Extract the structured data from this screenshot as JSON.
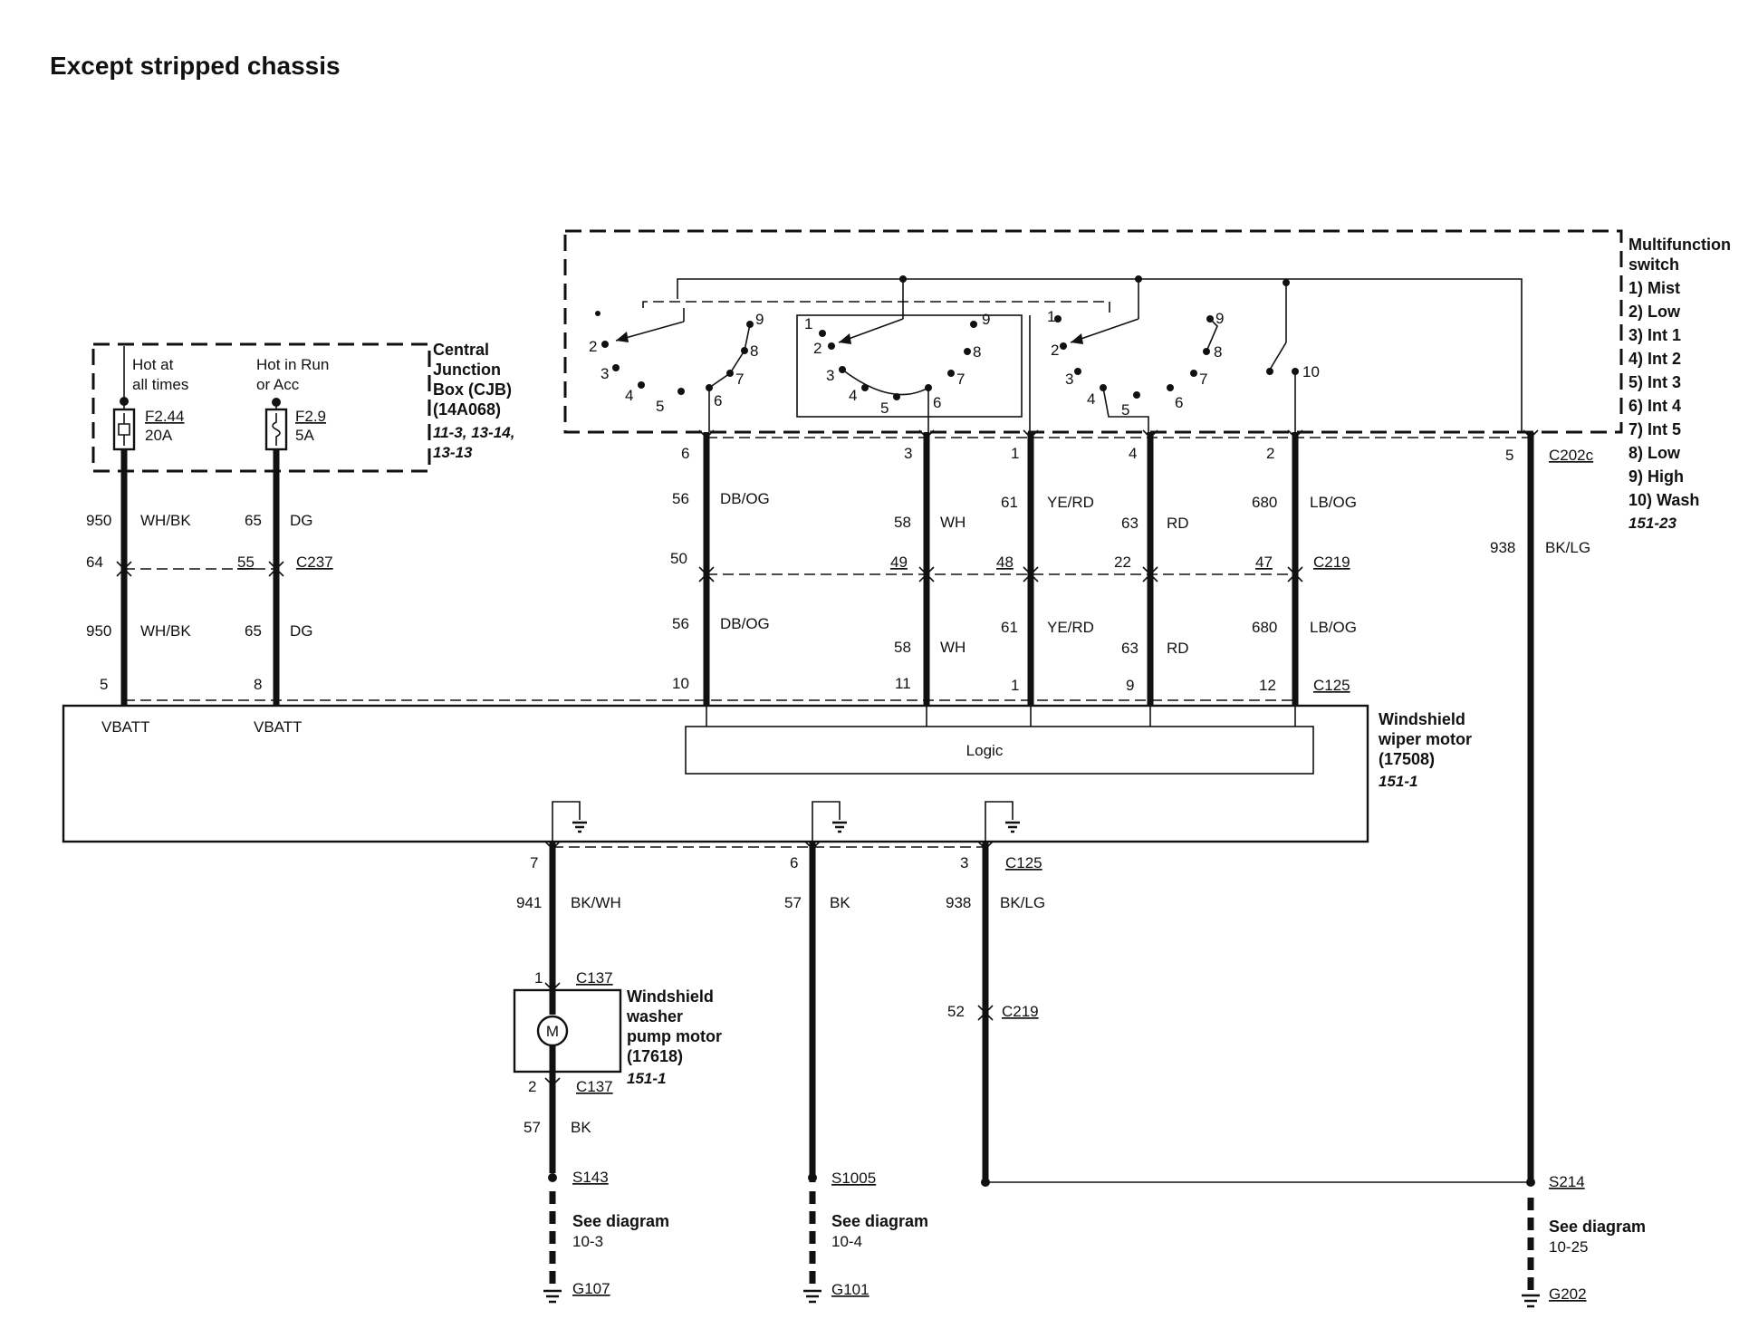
{
  "title": "Except stripped chassis",
  "cjb": {
    "name_lines": [
      "Central",
      "Junction",
      "Box (CJB)",
      "(14A068)"
    ],
    "refs": [
      "11-3, 13-14,",
      "13-13"
    ],
    "hot_always": [
      "Hot at",
      "all times"
    ],
    "hot_run": [
      "Hot in Run",
      "or Acc"
    ],
    "fuse1": {
      "id": "F2.44",
      "rating": "20A"
    },
    "fuse2": {
      "id": "F2.9",
      "rating": "5A"
    }
  },
  "multifunction_switch": {
    "name_lines": [
      "Multifunction",
      "switch"
    ],
    "modes": [
      "1) Mist",
      "2) Low",
      "3) Int 1",
      "4) Int 2",
      "5) Int 3",
      "6) Int 4",
      "7) Int 5",
      "8) Low",
      "9) High",
      "10) Wash"
    ],
    "ref": "151-23",
    "contact_numbers": {
      "g1": [
        "2",
        "3",
        "4",
        "5",
        "6",
        "7",
        "8",
        "9"
      ],
      "g2": [
        "1",
        "2",
        "3",
        "4",
        "5",
        "6",
        "7",
        "8",
        "9"
      ],
      "g3": [
        "1",
        "2",
        "3",
        "4",
        "5",
        "6",
        "7",
        "8",
        "9"
      ],
      "g4": [
        "10"
      ]
    }
  },
  "wiper_motor": {
    "name_lines": [
      "Windshield",
      "wiper motor",
      "(17508)"
    ],
    "ref": "151-1",
    "vbatt": "VBATT",
    "logic": "Logic"
  },
  "washer_motor": {
    "name_lines": [
      "Windshield",
      "washer",
      "pump motor",
      "(17618)"
    ],
    "ref": "151-1",
    "symbol": "M"
  },
  "connectors": {
    "c237": "C237",
    "c219": "C219",
    "c125": "C125",
    "c202c": "C202c",
    "c137": "C137"
  },
  "left_wires": {
    "w1": {
      "circuit": "950",
      "color_top": "WH/BK",
      "color_bottom": "WH/BK",
      "pin_c237": "64",
      "pin_c125": "5"
    },
    "w2": {
      "circuit": "65",
      "color": "DG",
      "pin_c237": "55",
      "pin_c125": "8"
    }
  },
  "switch_wires": [
    {
      "pin_top": "6",
      "circuit": "56",
      "color": "DB/OG",
      "pin_c219": "50",
      "pin_c125": "10"
    },
    {
      "pin_top": "3",
      "circuit": "58",
      "color": "WH",
      "pin_c219": "49",
      "pin_c125": "11"
    },
    {
      "pin_top": "1",
      "circuit": "61",
      "color": "YE/RD",
      "pin_c219": "48",
      "pin_c125": "1"
    },
    {
      "pin_top": "4",
      "circuit": "63",
      "color": "RD",
      "pin_c219": "22",
      "pin_c125": "9"
    },
    {
      "pin_top": "2",
      "circuit": "680",
      "color": "LB/OG",
      "pin_c219": "47",
      "pin_c125": "12"
    }
  ],
  "right_wire": {
    "pin": "5",
    "circuit": "938",
    "color": "BK/LG"
  },
  "bottom_wires": [
    {
      "pin": "7",
      "circuit": "941",
      "color": "BK/WH"
    },
    {
      "pin": "6",
      "circuit": "57",
      "color": "BK"
    },
    {
      "pin": "3",
      "circuit": "938",
      "color": "BK/LG"
    }
  ],
  "washer_wires": {
    "pin_in": "1",
    "pin_out": "2",
    "circuit": "57",
    "color": "BK"
  },
  "c219_pin_938": "52",
  "splices": {
    "s143": "S143",
    "s1005": "S1005",
    "s214": "S214"
  },
  "grounds": {
    "g107": "G107",
    "g101": "G101",
    "g202": "G202"
  },
  "see": {
    "label": "See diagram",
    "d1": "10-3",
    "d2": "10-4",
    "d3": "10-25"
  }
}
